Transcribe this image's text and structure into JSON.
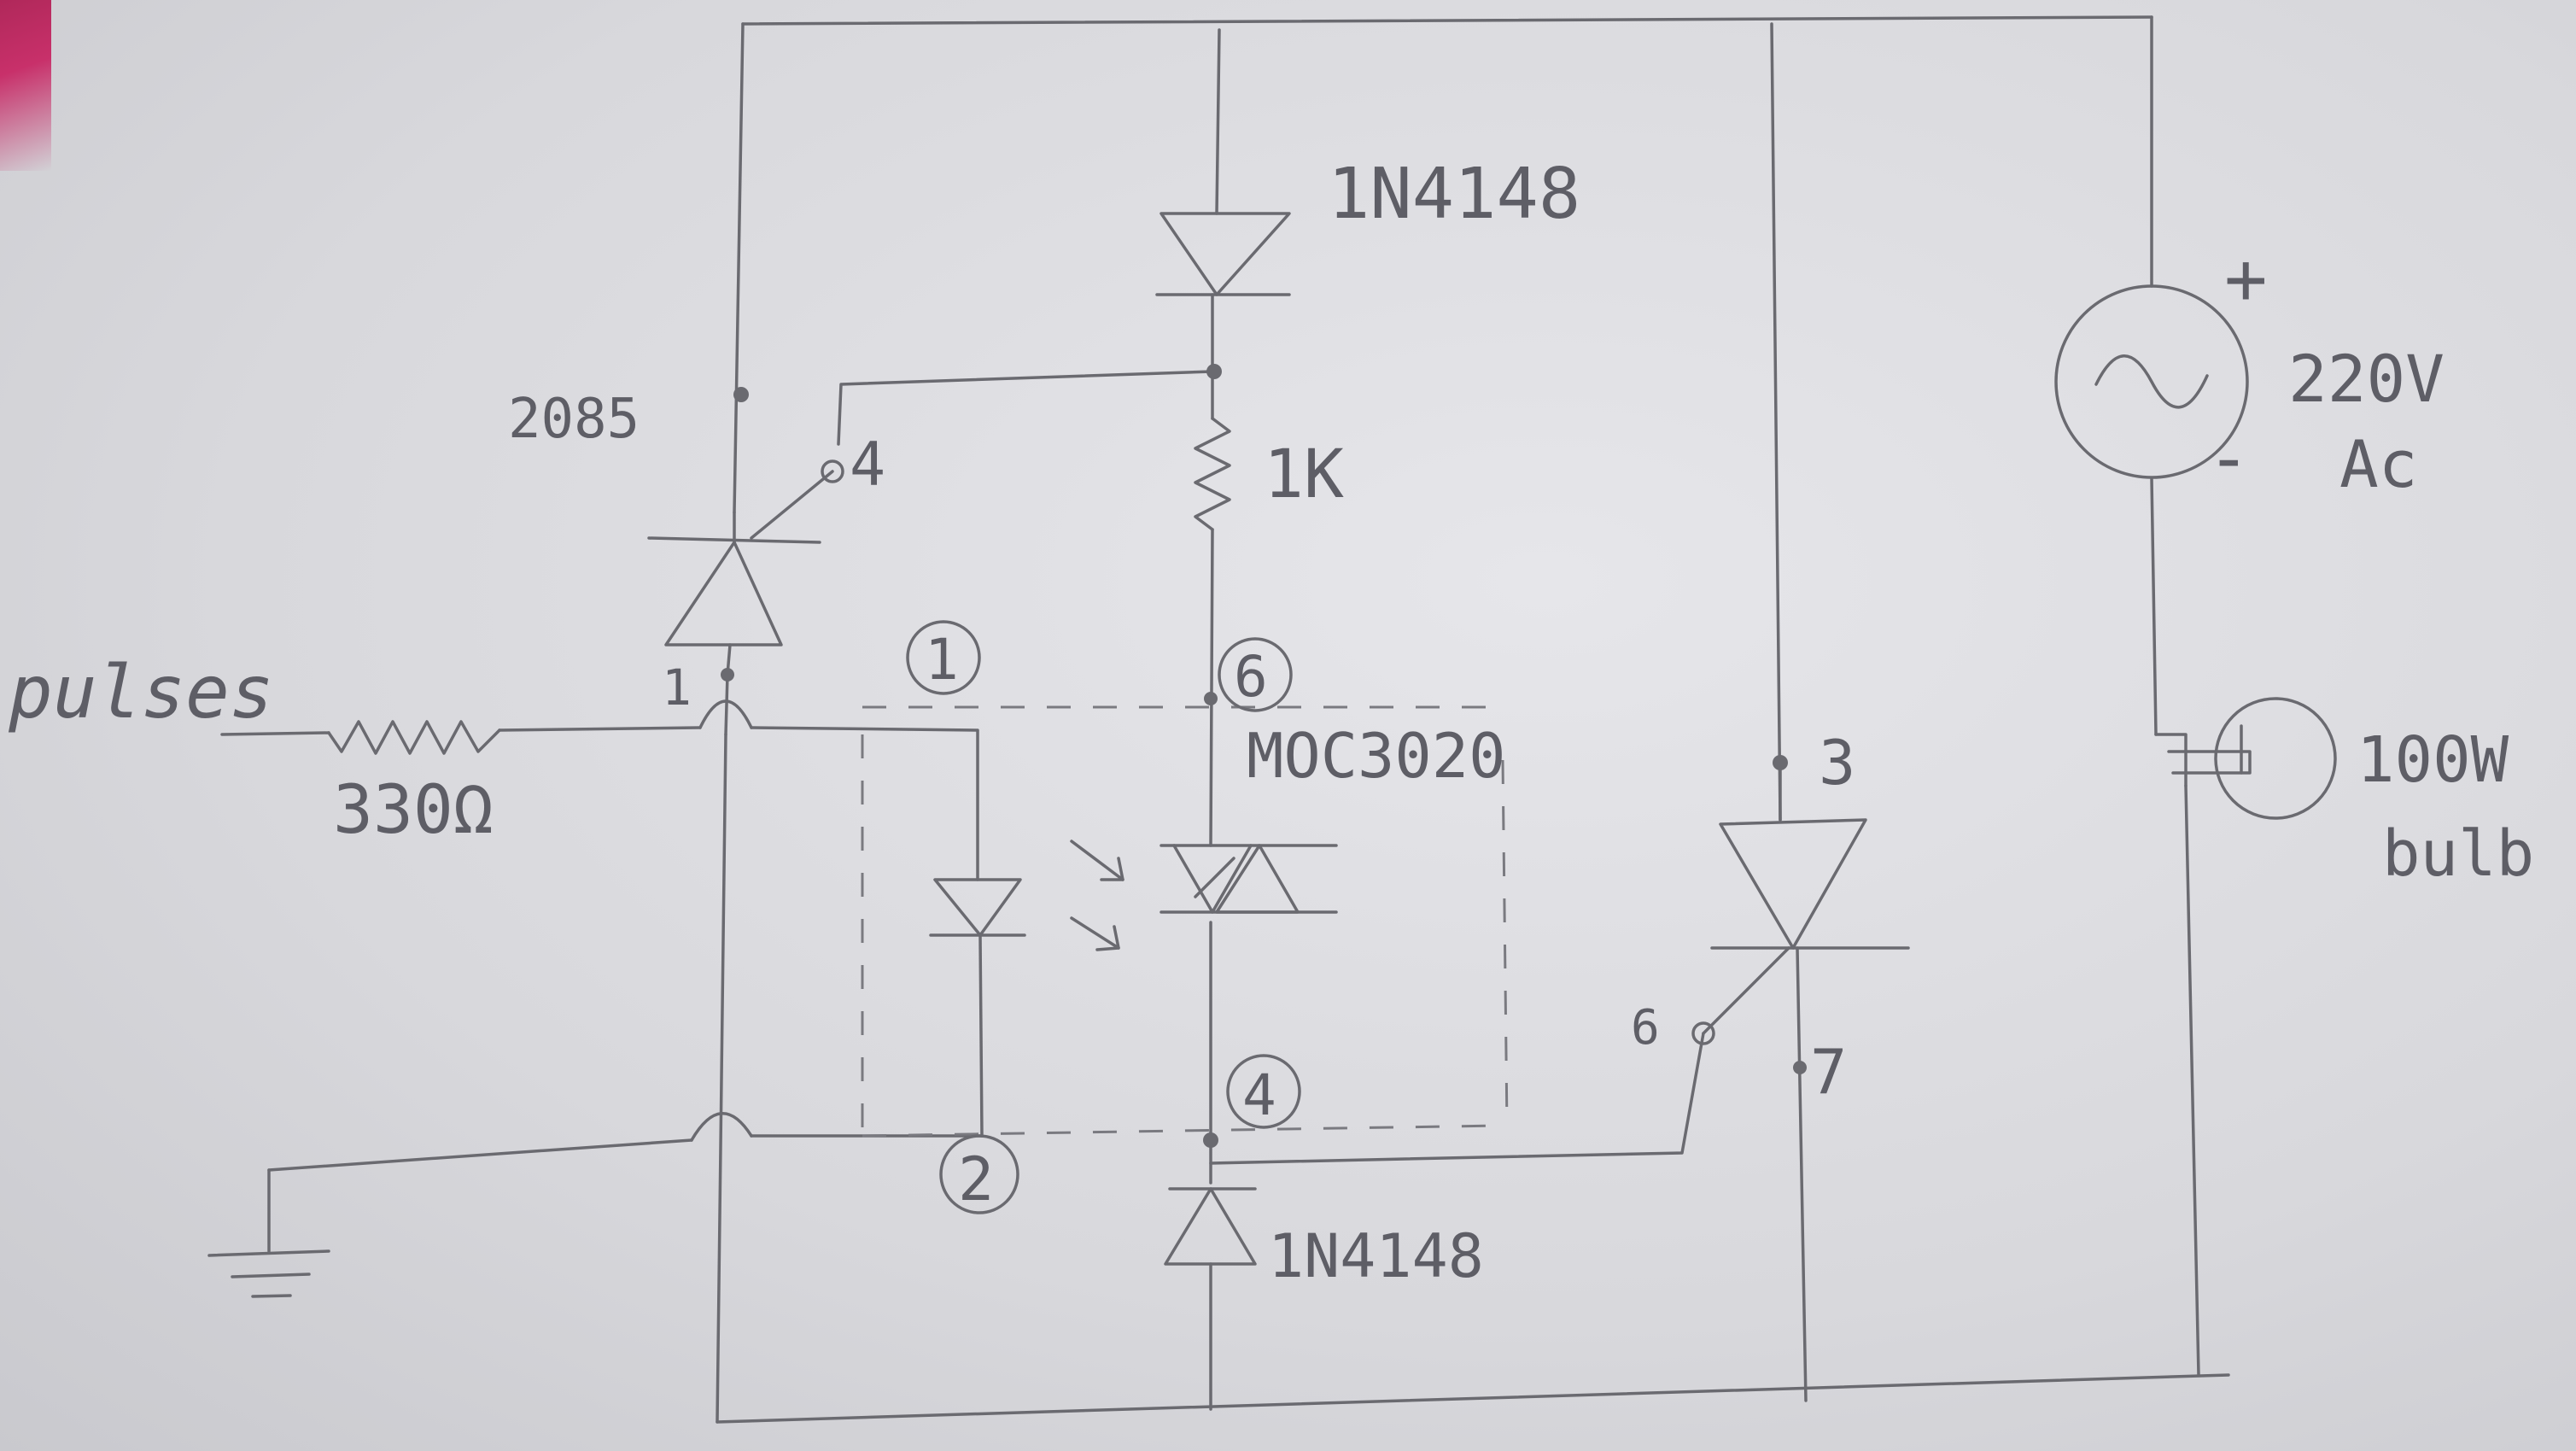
{
  "labels": {
    "diode_top": "1N4148",
    "diode_bottom": "1N4148",
    "resistor_1k": "1K",
    "input": "pulses",
    "resistor_330": "330Ω",
    "triac_left": "2085",
    "triac_left_pin_gate": "4",
    "triac_left_pin_1": "1",
    "opto": "MOC3020",
    "opto_pin_1": "1",
    "opto_pin_2": "2",
    "opto_pin_6": "6",
    "opto_pin_4": "4",
    "triac_right_pin_3": "3",
    "triac_right_pin_6": "6",
    "triac_right_pin_7": "7",
    "source_plus": "+",
    "source_minus": "-",
    "source_voltage": "220V",
    "source_type": "Ac",
    "load_power": "100W",
    "load_type": "bulb"
  },
  "colors": {
    "pencil": "#6a6a70",
    "paper": "#e2e2e6"
  }
}
